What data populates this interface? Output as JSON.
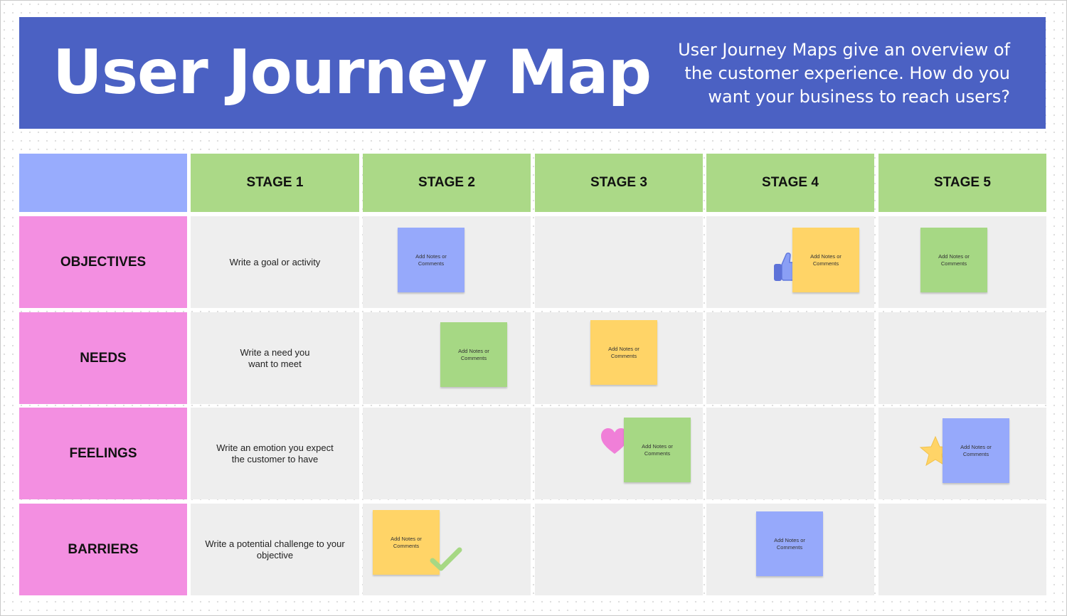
{
  "header": {
    "title": "User Journey Map",
    "description": "User Journey Maps give an overview of the customer experience. How do you want your business to reach users?"
  },
  "stages": [
    "STAGE 1",
    "STAGE 2",
    "STAGE 3",
    "STAGE 4",
    "STAGE 5"
  ],
  "rows": [
    {
      "label": "OBJECTIVES",
      "prompt": "Write a goal or activity"
    },
    {
      "label": "NEEDS",
      "prompt": "Write a need you want to meet"
    },
    {
      "label": "FEELINGS",
      "prompt": "Write an emotion you expect the customer to have"
    },
    {
      "label": "BARRIERS",
      "prompt": "Write a potential challenge to your objective"
    }
  ],
  "note_text": "Add Notes or Comments",
  "colors": {
    "header": "#4b61c3",
    "stage": "#abd987",
    "row_header": "#f38fe1",
    "corner": "#98acfd",
    "cell": "#eeeeee",
    "note_blue": "#96a9fb",
    "note_yellow": "#ffd467",
    "note_green": "#a6d884"
  },
  "stickers": [
    "thumbs-up-icon",
    "heart-icon",
    "star-icon",
    "checkmark-icon"
  ]
}
